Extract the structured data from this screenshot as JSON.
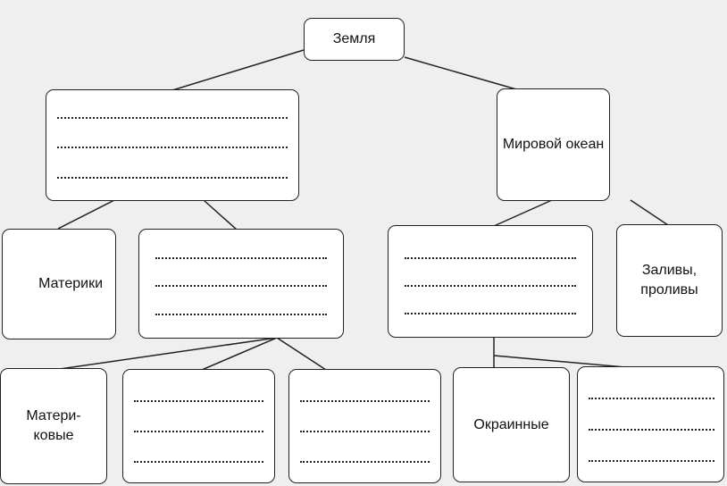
{
  "background_text": [
    "...",
    "Мировой океан",
    "Земля"
  ],
  "nodes": {
    "earth": "Земля",
    "ocean": "Мировой океан",
    "continents": "Материки",
    "gulfs": "Заливы,\nпроливы",
    "inland": "Матери-\nковые",
    "marginal": "Окраинные"
  },
  "colors": {
    "background": "#efefef",
    "box_fill": "#ffffff",
    "stroke": "#222222"
  }
}
